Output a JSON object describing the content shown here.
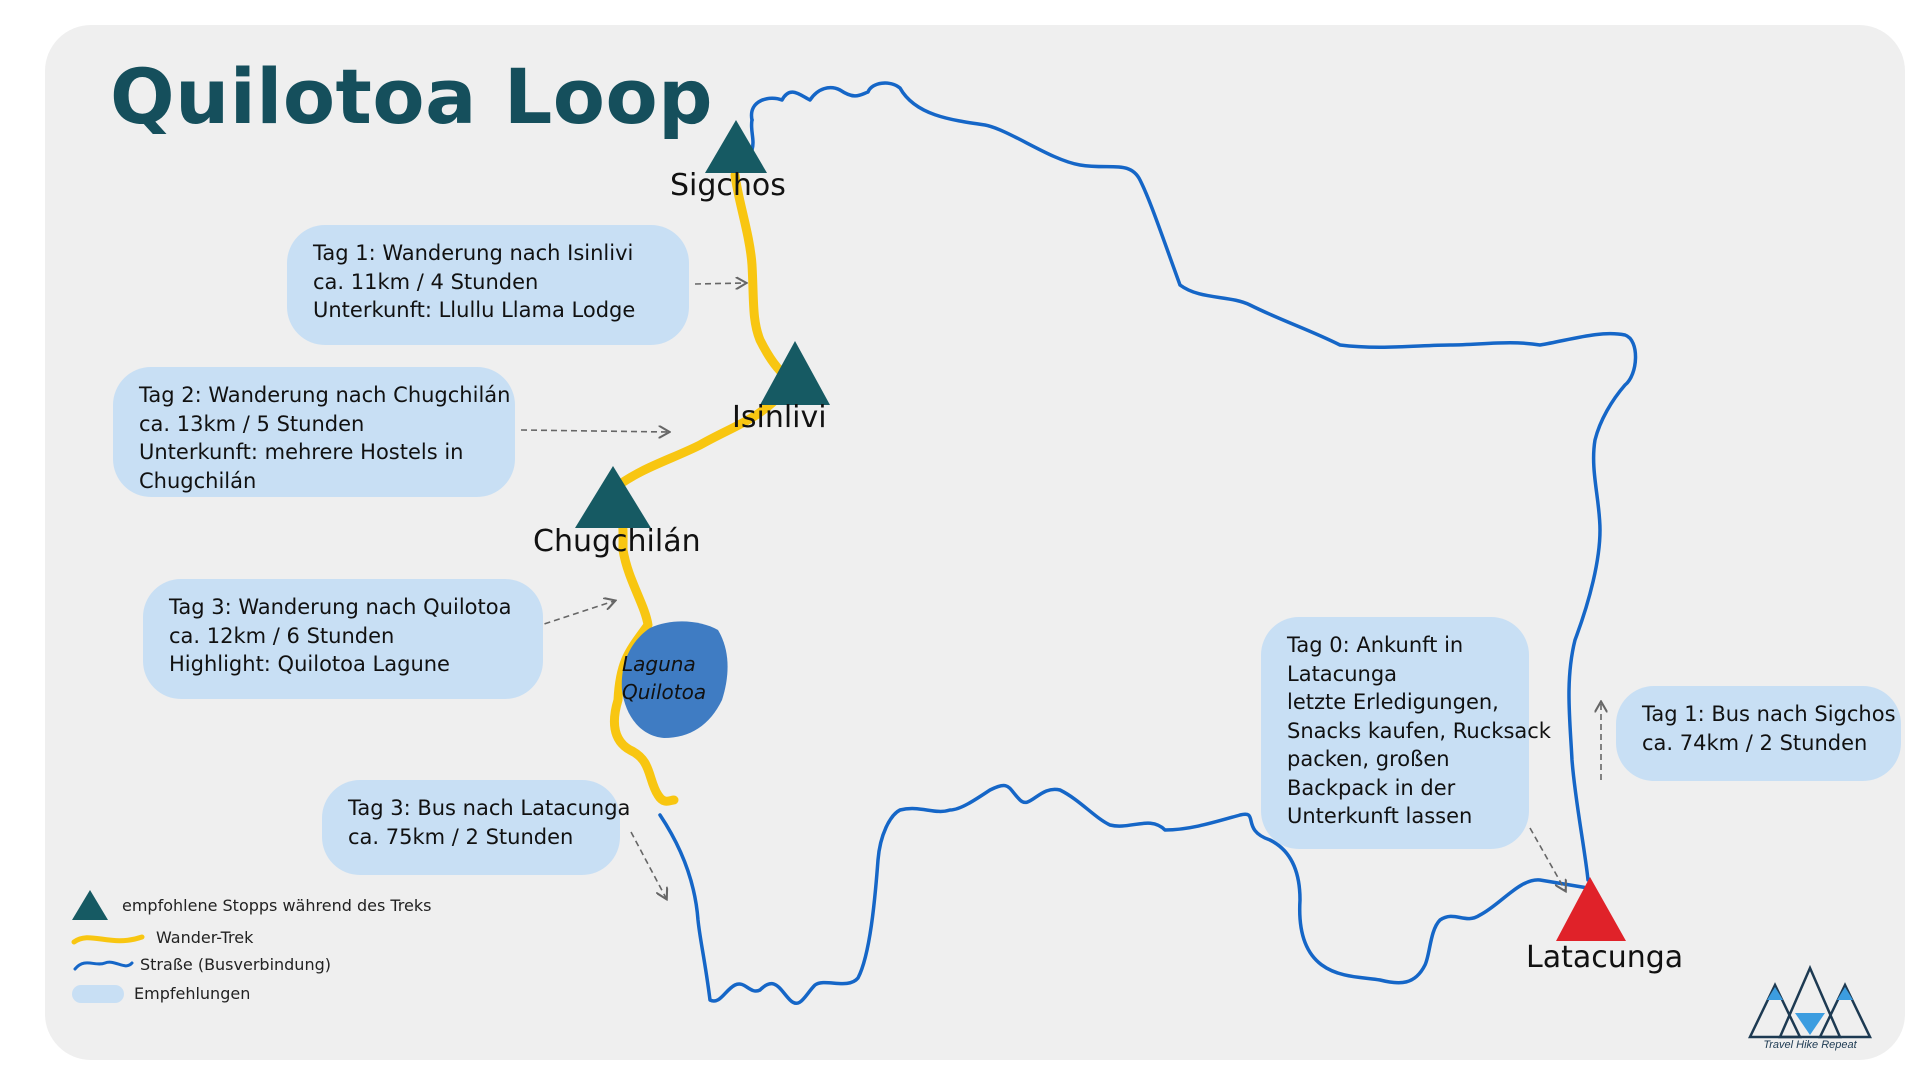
{
  "title": "Quilotoa Loop",
  "places": {
    "sigchos": "Sigchos",
    "isinlivi": "Isinlivi",
    "chugchilan": "Chugchilán",
    "latacunga": "Latacunga"
  },
  "lake": {
    "line1": "Laguna",
    "line2": "Quilotoa"
  },
  "bubbles": {
    "day1_trek": [
      "Tag 1: Wanderung nach Isinlivi",
      "ca. 11km / 4 Stunden",
      "Unterkunft: Llullu Llama Lodge"
    ],
    "day2_trek": [
      "Tag 2: Wanderung nach Chugchilán",
      "ca. 13km / 5 Stunden",
      "Unterkunft: mehrere Hostels in",
      "Chugchilán"
    ],
    "day3_trek": [
      "Tag 3: Wanderung nach Quilotoa",
      "ca. 12km / 6 Stunden",
      "Highlight: Quilotoa Lagune"
    ],
    "day3_bus": [
      "Tag 3: Bus nach Latacunga",
      "ca. 75km / 2 Stunden"
    ],
    "day0": [
      "Tag 0: Ankunft in",
      "Latacunga",
      "letzte Erledigungen,",
      "Snacks kaufen, Rucksack",
      "packen, großen",
      "Backpack in der",
      "Unterkunft lassen"
    ],
    "day1_bus": [
      "Tag 1: Bus nach Sigchos",
      "ca. 74km / 2 Stunden"
    ]
  },
  "legend": {
    "stops": "empfohlene Stopps während des Treks",
    "trek": "Wander-Trek",
    "road": "Straße (Busverbindung)",
    "recommendations": "Empfehlungen"
  },
  "logo_text": "Travel Hike Repeat",
  "colors": {
    "title": "#154f5c",
    "stop_marker": "#165a63",
    "start_marker": "#e02229",
    "trek_line": "#f8c611",
    "road_line": "#1566c7",
    "lake": "#3f7cc3",
    "bubble": "#c8dff4",
    "background": "#efefef"
  }
}
